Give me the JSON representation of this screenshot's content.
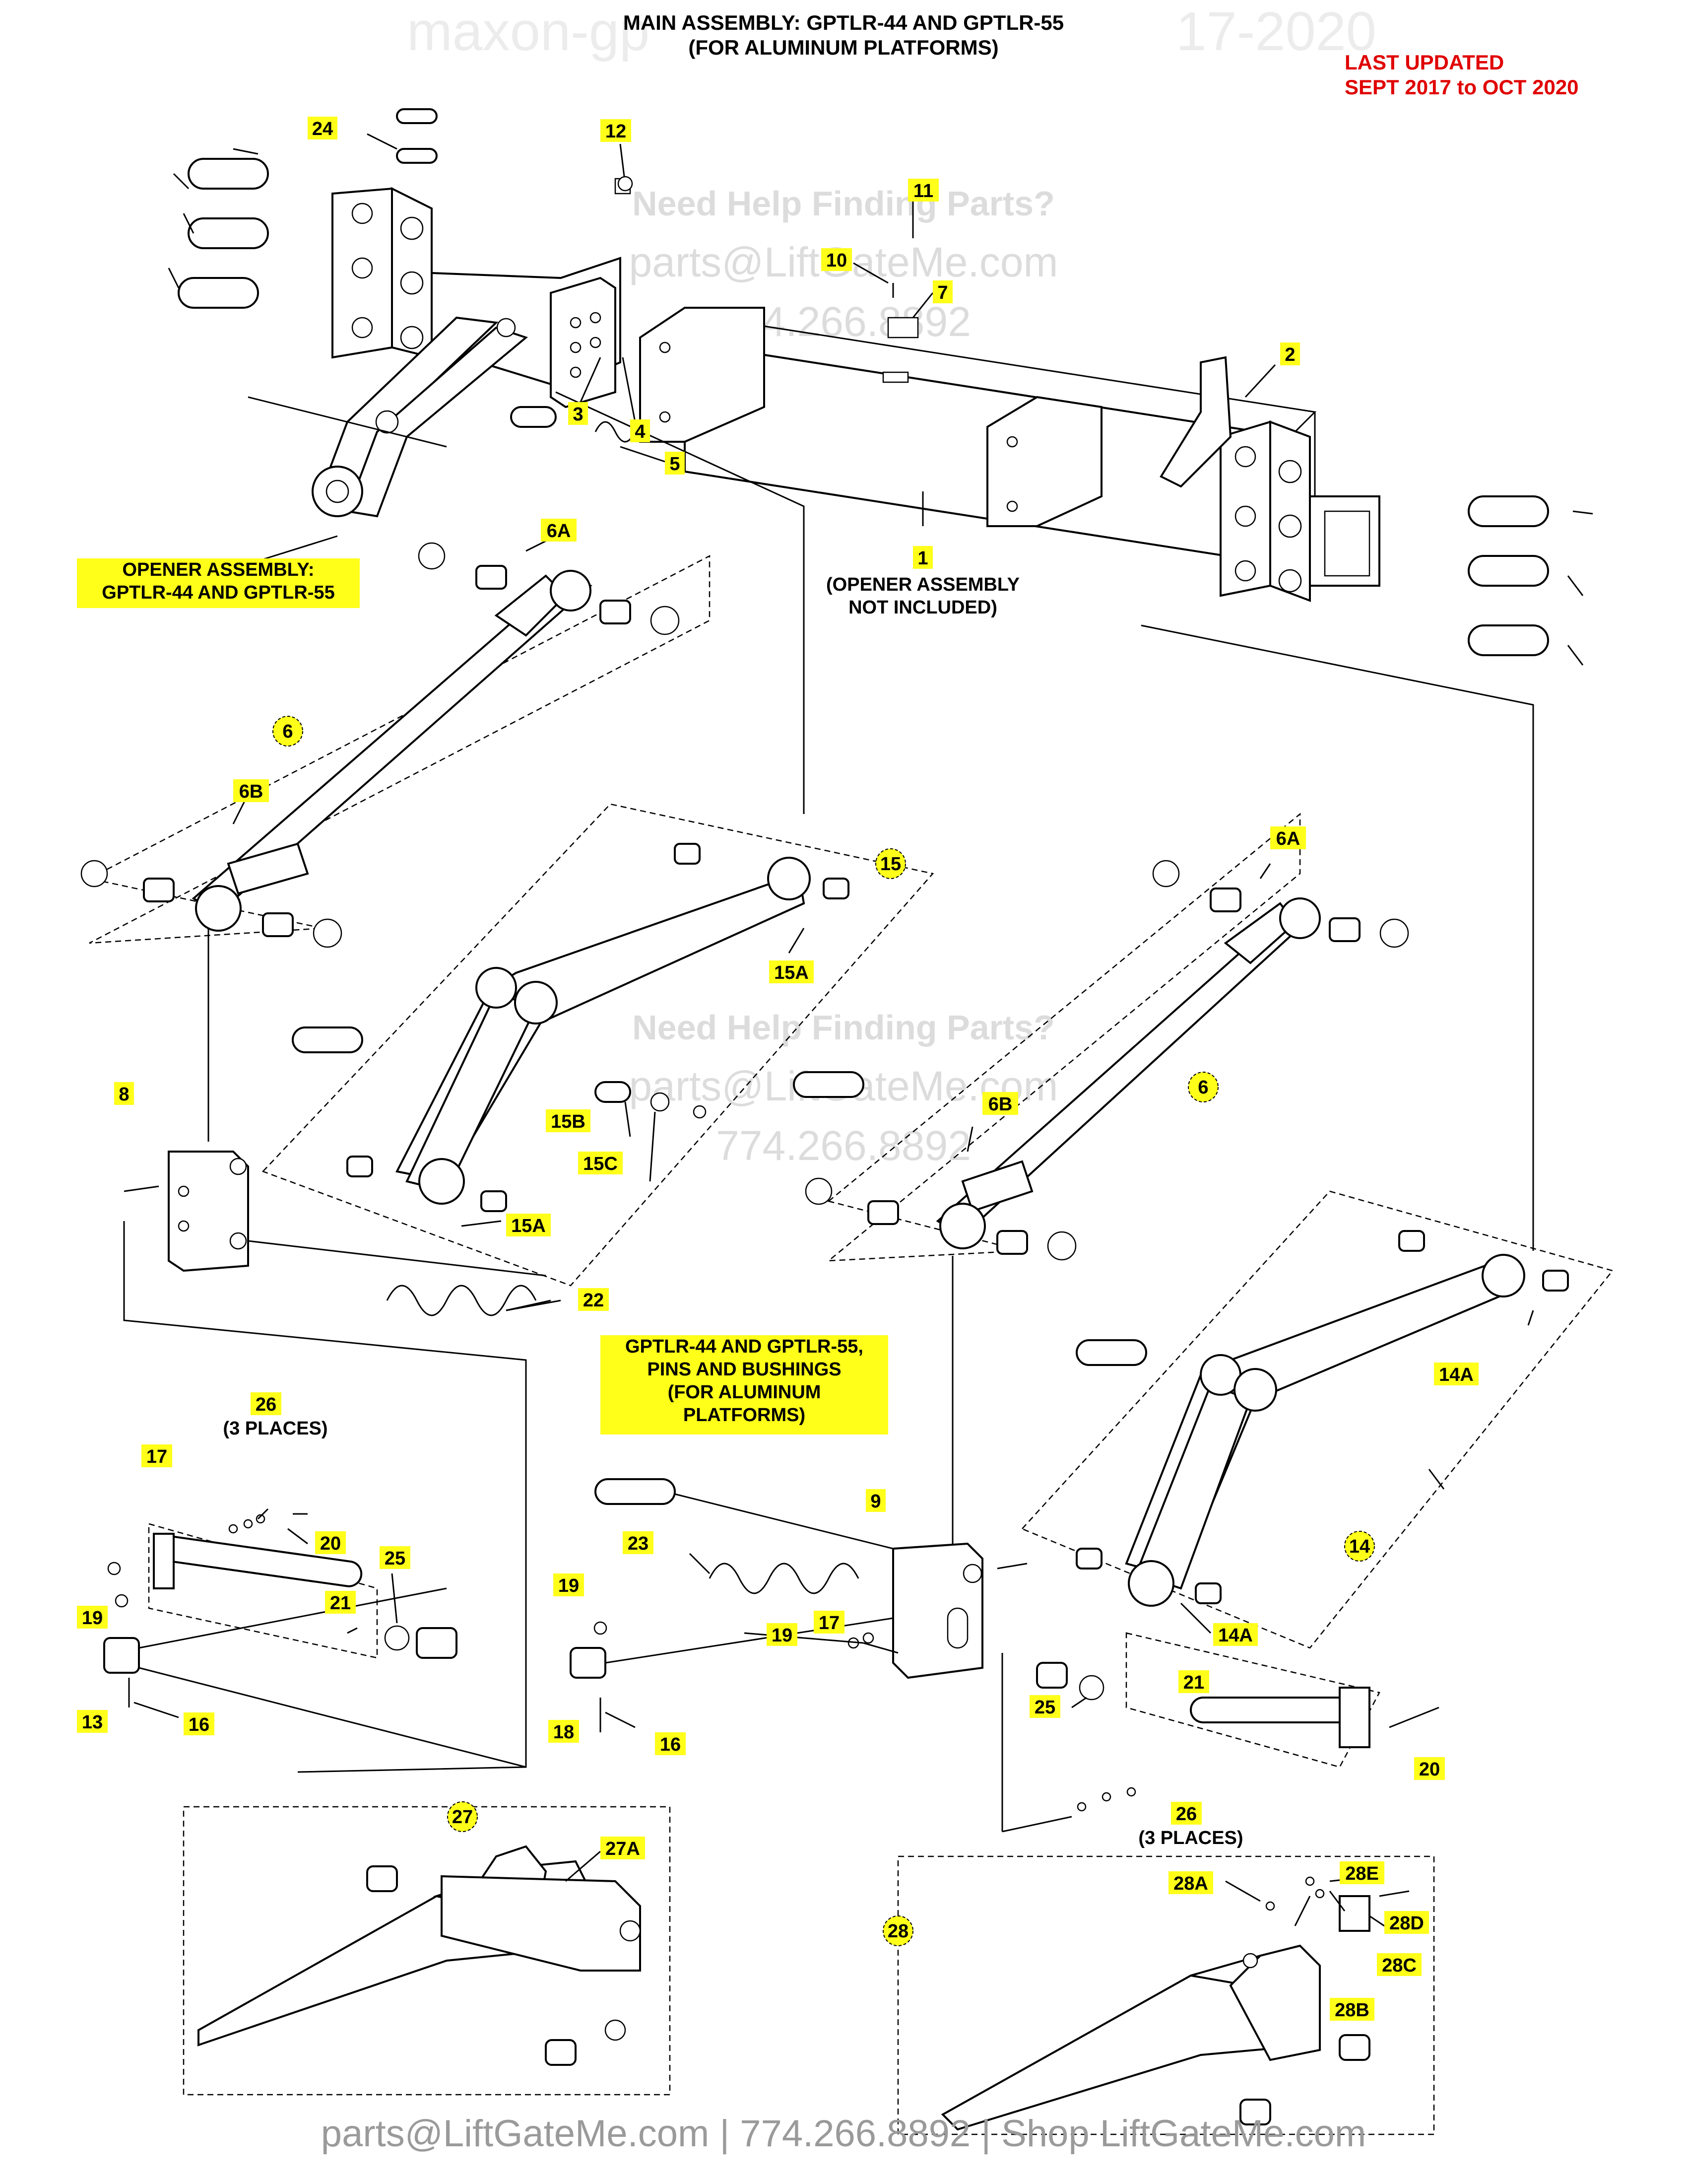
{
  "header": {
    "title_line1": "MAIN ASSEMBLY: GPTLR-44 AND GPTLR-55",
    "title_line2": "(FOR ALUMINUM PLATFORMS)",
    "watermark": "maxon-gp",
    "watermark_tail": "17-2020"
  },
  "last_updated": {
    "line1": "LAST UPDATED",
    "line2": "SEPT 2017 to OCT 2020"
  },
  "notes": {
    "opener_line1": "OPENER ASSEMBLY:",
    "opener_line2": "GPTLR-44 AND GPTLR-55",
    "part1_line1": "(OPENER ASSEMBLY",
    "part1_line2": "NOT INCLUDED)",
    "pins_line1": "GPTLR-44 AND GPTLR-55,",
    "pins_line2": "PINS AND BUSHINGS",
    "pins_line3": "(FOR ALUMINUM",
    "pins_line4": "PLATFORMS)",
    "places_26a": "(3 PLACES)",
    "places_26b": "(3 PLACES)"
  },
  "watermarks": {
    "help_line1": "Need Help Finding Parts?",
    "help_line2": "parts@LiftGateMe.com",
    "help_line3": "774.266.8892"
  },
  "footer": {
    "text": "parts@LiftGateMe.com | 774.266.8892 | Shop LiftGateMe.com"
  },
  "callouts": {
    "c1": "1",
    "c2": "2",
    "c3": "3",
    "c4": "4",
    "c5": "5",
    "c6a": "6",
    "c6b": "6",
    "c6A1": "6A",
    "c6B1": "6B",
    "c6A2": "6A",
    "c6B2": "6B",
    "c7": "7",
    "c8": "8",
    "c9": "9",
    "c10": "10",
    "c11": "11",
    "c12": "12",
    "c13": "13",
    "c14": "14",
    "c14A1": "14A",
    "c14A2": "14A",
    "c15": "15",
    "c15A1": "15A",
    "c15A2": "15A",
    "c15B": "15B",
    "c15C": "15C",
    "c16a": "16",
    "c16b": "16",
    "c17a": "17",
    "c17b": "17",
    "c18": "18",
    "c19a": "19",
    "c19b": "19",
    "c19c": "19",
    "c20a": "20",
    "c20b": "20",
    "c21a": "21",
    "c21b": "21",
    "c22": "22",
    "c23": "23",
    "c24": "24",
    "c25a": "25",
    "c25b": "25",
    "c26a": "26",
    "c26b": "26",
    "c27": "27",
    "c27A": "27A",
    "c28": "28",
    "c28A": "28A",
    "c28B": "28B",
    "c28C": "28C",
    "c28D": "28D",
    "c28E": "28E"
  },
  "colors": {
    "highlight": "#ffff1a",
    "updated_red": "#e00000",
    "watermark_gray": "#dcdcdc"
  }
}
